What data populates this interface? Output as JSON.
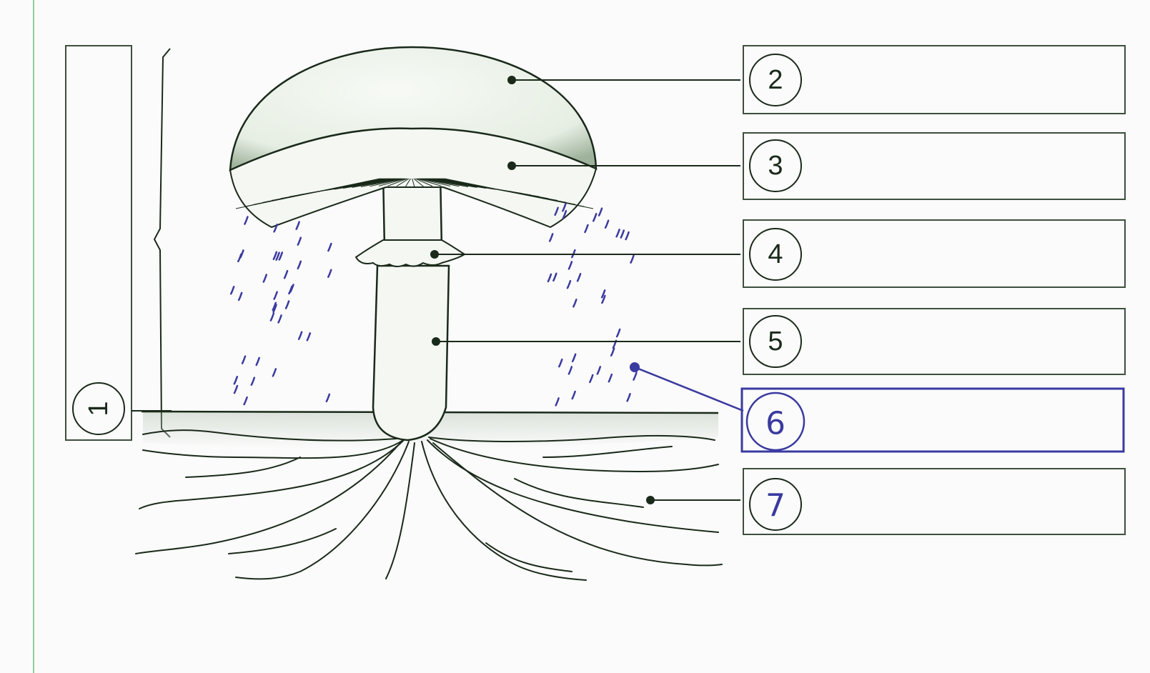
{
  "labels": [
    {
      "id": "1",
      "text": "1",
      "part": "whole-mushroom",
      "answer": ""
    },
    {
      "id": "2",
      "text": "2",
      "part": "cap",
      "answer": ""
    },
    {
      "id": "3",
      "text": "3",
      "part": "gills",
      "answer": ""
    },
    {
      "id": "4",
      "text": "4",
      "part": "ring",
      "answer": ""
    },
    {
      "id": "5",
      "text": "5",
      "part": "stalk",
      "answer": ""
    },
    {
      "id": "6",
      "text": "6",
      "part": "spores",
      "answer": "",
      "handwritten": true
    },
    {
      "id": "7",
      "text": "7",
      "part": "mycelium",
      "answer": "",
      "handwritten": true
    }
  ],
  "colors": {
    "ink": "#1a2a1a",
    "box_border": "#3d4f3d",
    "pen": "#3a3aa0",
    "mushroom_fill": "#f4f7f2",
    "margin_line": "#8fcf9f"
  }
}
